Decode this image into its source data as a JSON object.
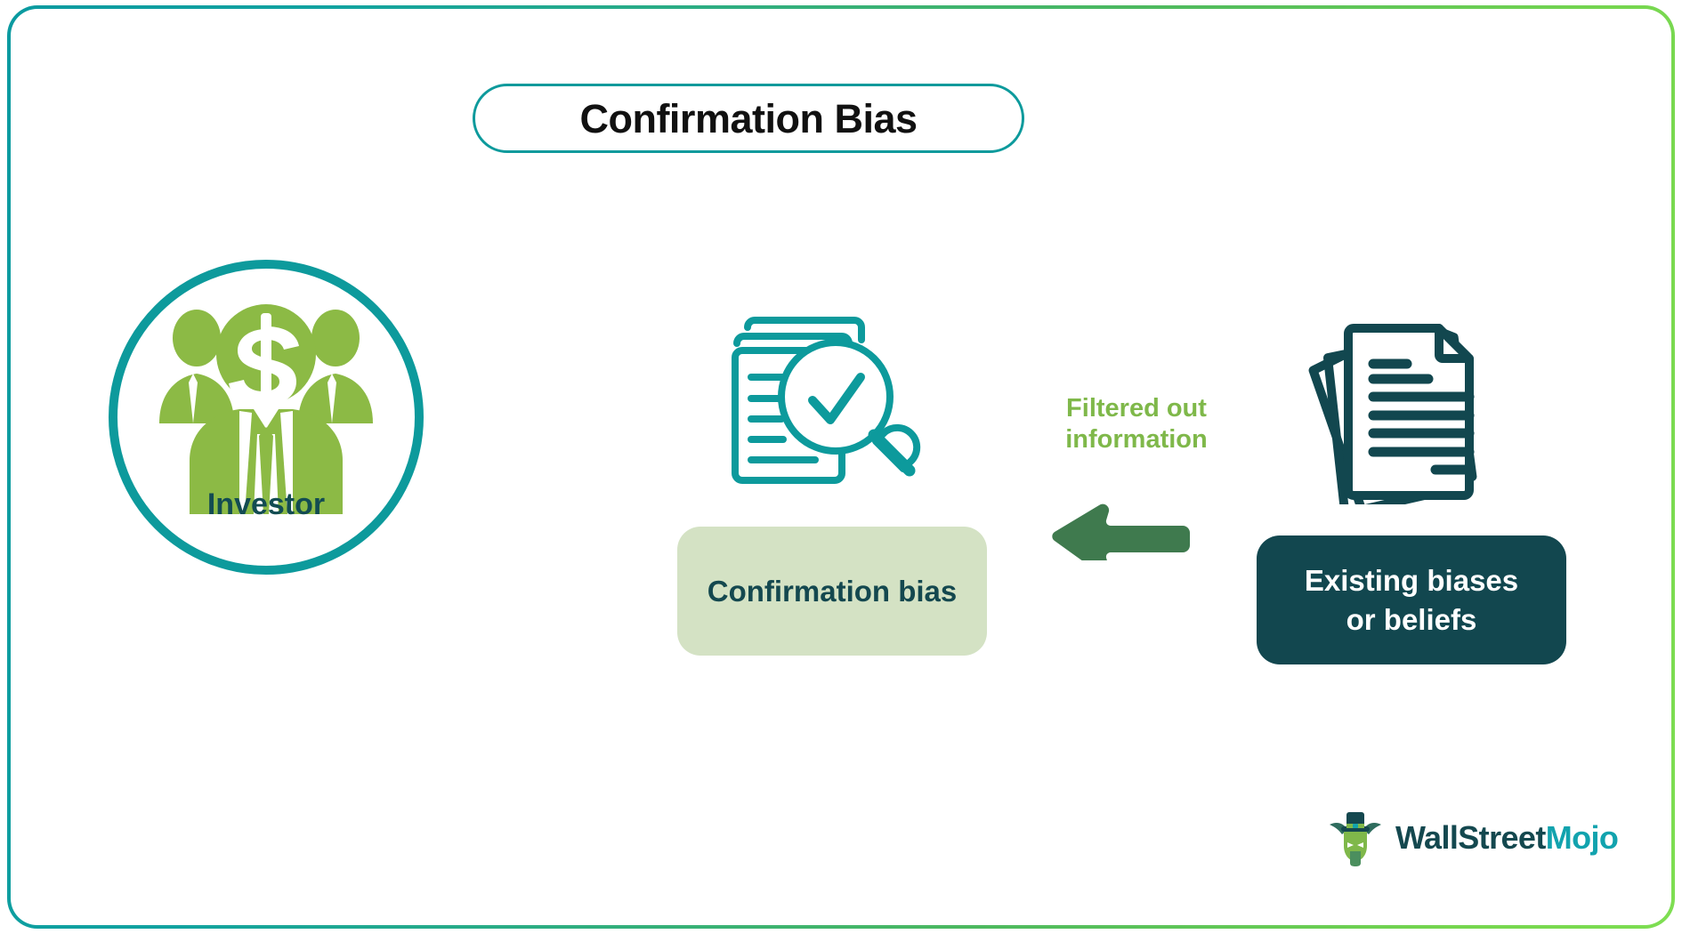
{
  "title": {
    "text": "Confirmation Bias"
  },
  "investor": {
    "label": "Investor",
    "icon": "investor-group-dollar-icon"
  },
  "middle": {
    "icon": "document-magnifier-check-icon",
    "box_label": "Confirmation bias"
  },
  "flow": {
    "arrow_icon": "arrow-left-icon",
    "arrow_label_line1": "Filtered out",
    "arrow_label_line2": "information",
    "arrow_label": "Filtered out information"
  },
  "right": {
    "icon": "stacked-documents-icon",
    "box_label_line1": "Existing biases",
    "box_label_line2": "or beliefs",
    "box_label": "Existing biases or beliefs"
  },
  "logo": {
    "mark": "bull-tophat-logo-icon",
    "text_primary": "WallStreet",
    "text_accent": "Mojo"
  },
  "colors": {
    "teal": "#0d9a9c",
    "dark_teal": "#12474f",
    "green": "#7fb84a",
    "arrow_green": "#3f7a4e",
    "sage_box": "#d4e2c4",
    "frame_gradient_start": "#0a9aa0",
    "frame_gradient_end": "#7ede52",
    "title_text": "#111111",
    "logo_accent": "#12a3ae"
  }
}
